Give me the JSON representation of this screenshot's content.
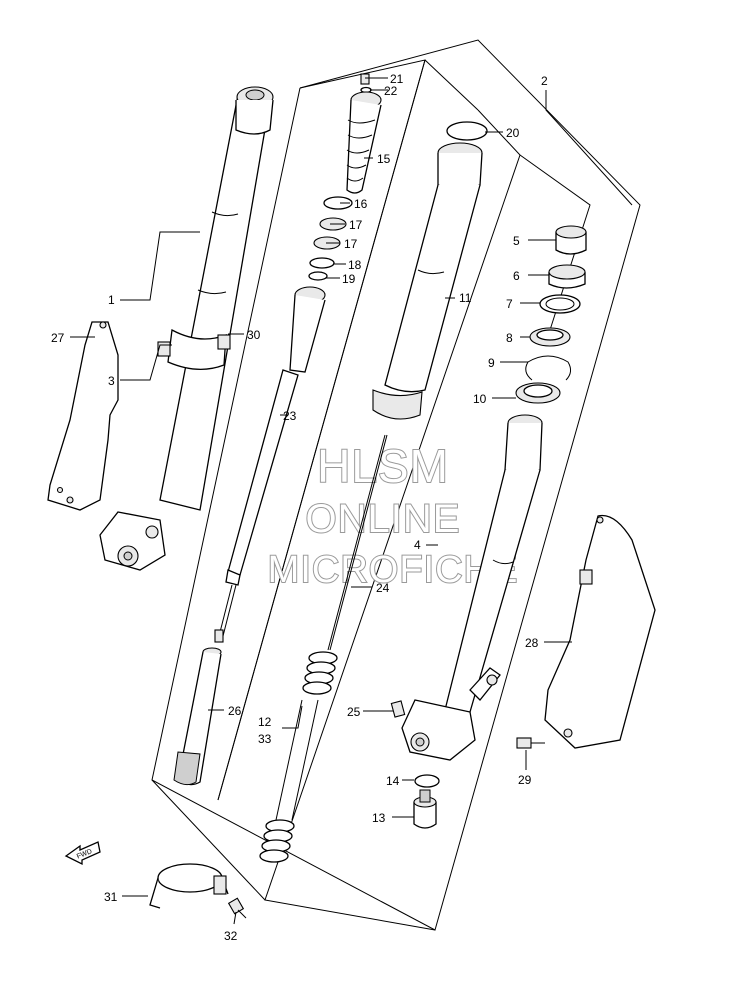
{
  "watermark": {
    "line1": "HLSM",
    "line2": "ONLINE",
    "line3": "MICROFICHE"
  },
  "fwd_label": "FWD",
  "callouts": [
    {
      "id": "1",
      "label": "1"
    },
    {
      "id": "2",
      "label": "2"
    },
    {
      "id": "3",
      "label": "3"
    },
    {
      "id": "4",
      "label": "4"
    },
    {
      "id": "5",
      "label": "5"
    },
    {
      "id": "6",
      "label": "6"
    },
    {
      "id": "7",
      "label": "7"
    },
    {
      "id": "8",
      "label": "8"
    },
    {
      "id": "9",
      "label": "9"
    },
    {
      "id": "10",
      "label": "10"
    },
    {
      "id": "11",
      "label": "11"
    },
    {
      "id": "12",
      "label": "12"
    },
    {
      "id": "33",
      "label": "33"
    },
    {
      "id": "13",
      "label": "13"
    },
    {
      "id": "14",
      "label": "14"
    },
    {
      "id": "15",
      "label": "15"
    },
    {
      "id": "16",
      "label": "16"
    },
    {
      "id": "17a",
      "label": "17"
    },
    {
      "id": "17b",
      "label": "17"
    },
    {
      "id": "18",
      "label": "18"
    },
    {
      "id": "19",
      "label": "19"
    },
    {
      "id": "20",
      "label": "20"
    },
    {
      "id": "21",
      "label": "21"
    },
    {
      "id": "22",
      "label": "22"
    },
    {
      "id": "23",
      "label": "23"
    },
    {
      "id": "24",
      "label": "24"
    },
    {
      "id": "25",
      "label": "25"
    },
    {
      "id": "26",
      "label": "26"
    },
    {
      "id": "27",
      "label": "27"
    },
    {
      "id": "28",
      "label": "28"
    },
    {
      "id": "29",
      "label": "29"
    },
    {
      "id": "30",
      "label": "30"
    },
    {
      "id": "31",
      "label": "31"
    },
    {
      "id": "32",
      "label": "32"
    }
  ]
}
